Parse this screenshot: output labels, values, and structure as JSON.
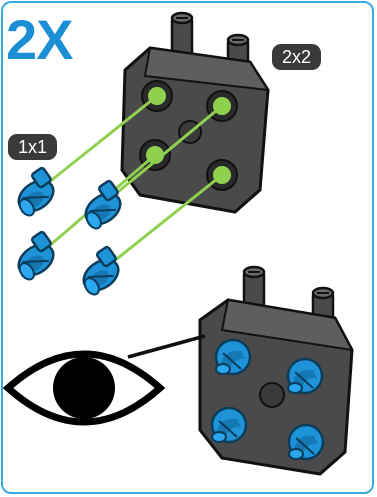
{
  "multiplier_label": "2X",
  "large_part_label": "2x2",
  "small_part_label": "1x1",
  "colors": {
    "frame": "#3aa9e0",
    "multiplier_text": "#1b8fd6",
    "label_badge": "#3a3a3a",
    "block": "#4a4a4a",
    "peg": "#1e93d8",
    "guide_line": "#8fd14f"
  },
  "icons": [
    "eye-icon",
    "pin-block-2x2-icon",
    "connector-peg-1x1-icon"
  ]
}
